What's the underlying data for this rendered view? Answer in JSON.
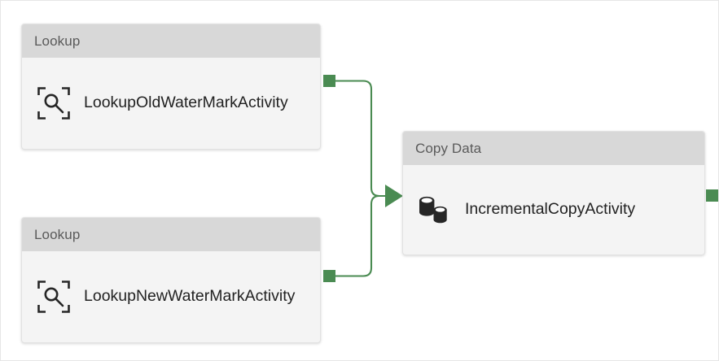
{
  "canvas": {
    "background_color": "#ffffff",
    "border_color": "#e6e6e6"
  },
  "theme": {
    "node_header_color": "#d8d8d8",
    "node_body_color": "#f4f4f4",
    "node_border_color": "#e2e2e2",
    "header_text_color": "#5a5a5a",
    "label_text_color": "#222222",
    "connector_color": "#4a8b52",
    "icon_color": "#262626"
  },
  "nodes": [
    {
      "id": "lookup-old-watermark",
      "type_label": "Lookup",
      "name": "LookupOldWaterMarkActivity",
      "icon": "magnifier-in-brackets-icon"
    },
    {
      "id": "lookup-new-watermark",
      "type_label": "Lookup",
      "name": "LookupNewWaterMarkActivity",
      "icon": "magnifier-in-brackets-icon"
    },
    {
      "id": "incremental-copy",
      "type_label": "Copy Data",
      "name": "IncrementalCopyActivity",
      "icon": "two-databases-icon"
    }
  ],
  "connections": [
    {
      "from": "lookup-old-watermark",
      "to": "incremental-copy"
    },
    {
      "from": "lookup-new-watermark",
      "to": "incremental-copy"
    }
  ],
  "ports": [
    {
      "id": "output-port-lookup-old",
      "node": "lookup-old-watermark",
      "side": "right"
    },
    {
      "id": "output-port-lookup-new",
      "node": "lookup-new-watermark",
      "side": "right"
    },
    {
      "id": "output-port-copy-data",
      "node": "incremental-copy",
      "side": "right"
    }
  ]
}
